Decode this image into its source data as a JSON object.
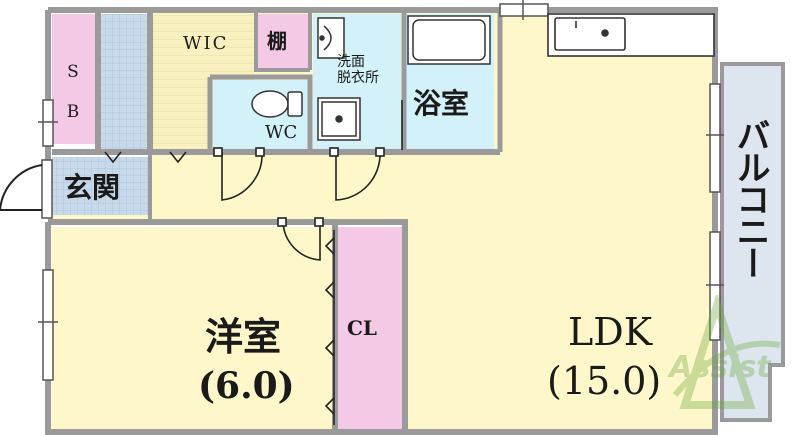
{
  "rooms": {
    "sb": "S B",
    "wic": "WIC",
    "shelf": "棚",
    "washroom": "洗面\n脱衣所",
    "bath": "浴室",
    "wc": "WC",
    "entrance": "玄関",
    "western_room": "洋室",
    "western_size": "(6.0)",
    "closet": "CL",
    "ldk": "LDK",
    "ldk_size": "(15.0)",
    "balcony": "バルコニー"
  },
  "watermark": {
    "text": "Assist"
  },
  "colors": {
    "wall": "#9a9a9a",
    "floor": "#fdf7c9",
    "wet_area": "#d3f1f8",
    "storage": "#f3c9e6",
    "tile": "#c9dbe8",
    "wic_floor": "#f7efbf",
    "balcony": "#dde6ee",
    "watermark": "#6aa83a"
  }
}
